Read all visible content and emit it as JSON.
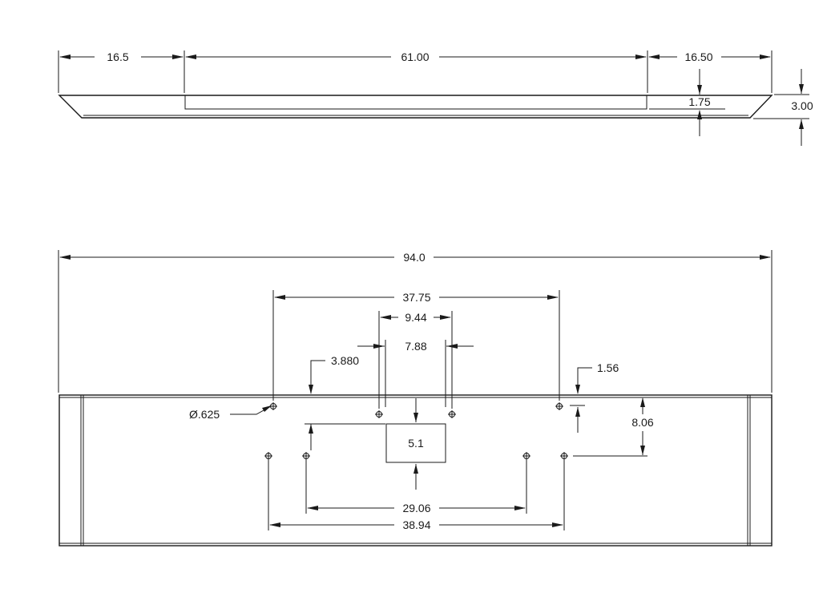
{
  "top_view": {
    "left_width": "16.5",
    "center_width": "61.00",
    "right_width": "16.50",
    "lip_thickness": "1.75",
    "total_height": "3.00"
  },
  "bottom_view": {
    "overall_length": "94.0",
    "outer_hole_span_top": "37.75",
    "inner_hole_span_top": "9.44",
    "slot_gap": "7.88",
    "edge_to_hole_left": "3.880",
    "edge_to_hole_right": "1.56",
    "hole_diameter": "Ø.625",
    "row_spacing": "8.06",
    "cutout_label": "5.1",
    "inner_hole_span_bottom": "29.06",
    "outer_hole_span_bottom": "38.94"
  }
}
